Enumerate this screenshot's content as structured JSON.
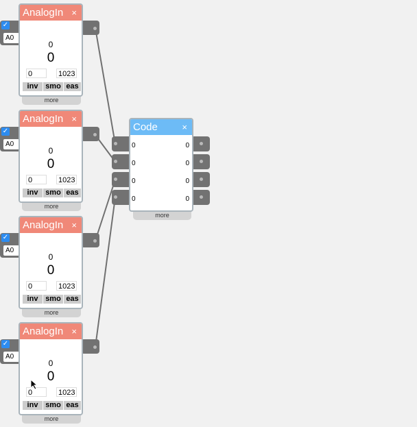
{
  "analog_nodes": [
    {
      "title": "AnalogIn",
      "close": "×",
      "checked": true,
      "pin": "A0",
      "raw": "0",
      "value": "0",
      "min": "0",
      "max": "1023",
      "buttons": [
        "inv",
        "smo",
        "eas"
      ],
      "more": "more"
    },
    {
      "title": "AnalogIn",
      "close": "×",
      "checked": true,
      "pin": "A0",
      "raw": "0",
      "value": "0",
      "min": "0",
      "max": "1023",
      "buttons": [
        "inv",
        "smo",
        "eas"
      ],
      "more": "more"
    },
    {
      "title": "AnalogIn",
      "close": "×",
      "checked": true,
      "pin": "A0",
      "raw": "0",
      "value": "0",
      "min": "0",
      "max": "1023",
      "buttons": [
        "inv",
        "smo",
        "eas"
      ],
      "more": "more"
    },
    {
      "title": "AnalogIn",
      "close": "×",
      "checked": true,
      "pin": "A0",
      "raw": "0",
      "value": "0",
      "min": "0",
      "max": "1023",
      "buttons": [
        "inv",
        "smo",
        "eas"
      ],
      "more": "more"
    }
  ],
  "code_node": {
    "title": "Code",
    "close": "×",
    "rows": [
      {
        "in": "0",
        "out": "0"
      },
      {
        "in": "0",
        "out": "0"
      },
      {
        "in": "0",
        "out": "0"
      },
      {
        "in": "0",
        "out": "0"
      }
    ],
    "more": "more"
  },
  "colors": {
    "analog_header": "#f08878",
    "code_header": "#6dbbf6"
  }
}
